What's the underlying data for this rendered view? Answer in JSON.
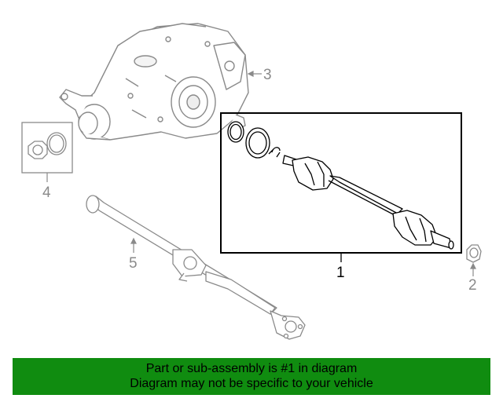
{
  "callouts": {
    "c1": "1",
    "c2": "2",
    "c3": "3",
    "c4": "4",
    "c5": "5"
  },
  "banner": {
    "line1": "Part or sub-assembly is #1 in diagram",
    "line2": "Diagram may not be specific to your vehicle"
  },
  "colors": {
    "banner_bg": "#108c10",
    "line_gray": "#8a8a8a",
    "line_black": "#000000"
  },
  "icons": {
    "differential": "rear-differential-housing",
    "axle": "cv-axle-shaft",
    "driveshaft": "propeller-shaft",
    "nut": "axle-nut",
    "seal_kit": "seal-and-nut-kit"
  }
}
